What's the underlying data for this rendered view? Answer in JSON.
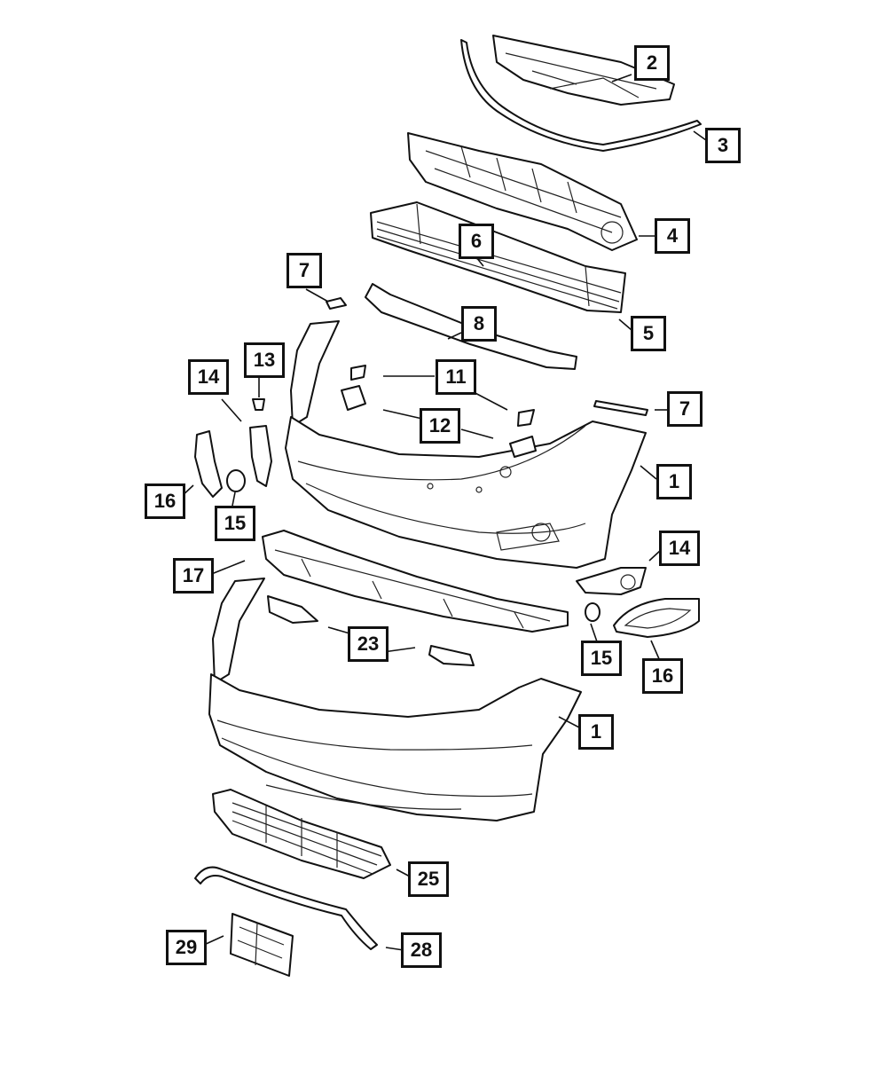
{
  "diagram": {
    "callouts": [
      {
        "id": "c-2",
        "label": "2"
      },
      {
        "id": "c-3",
        "label": "3"
      },
      {
        "id": "c-4",
        "label": "4"
      },
      {
        "id": "c-6",
        "label": "6"
      },
      {
        "id": "c-7a",
        "label": "7"
      },
      {
        "id": "c-5",
        "label": "5"
      },
      {
        "id": "c-8",
        "label": "8"
      },
      {
        "id": "c-13",
        "label": "13"
      },
      {
        "id": "c-14a",
        "label": "14"
      },
      {
        "id": "c-11",
        "label": "11"
      },
      {
        "id": "c-7b",
        "label": "7"
      },
      {
        "id": "c-12",
        "label": "12"
      },
      {
        "id": "c-1a",
        "label": "1"
      },
      {
        "id": "c-16a",
        "label": "16"
      },
      {
        "id": "c-15a",
        "label": "15"
      },
      {
        "id": "c-14b",
        "label": "14"
      },
      {
        "id": "c-17",
        "label": "17"
      },
      {
        "id": "c-23",
        "label": "23"
      },
      {
        "id": "c-15b",
        "label": "15"
      },
      {
        "id": "c-16b",
        "label": "16"
      },
      {
        "id": "c-1b",
        "label": "1"
      },
      {
        "id": "c-25",
        "label": "25"
      },
      {
        "id": "c-29",
        "label": "29"
      },
      {
        "id": "c-28",
        "label": "28"
      }
    ]
  }
}
